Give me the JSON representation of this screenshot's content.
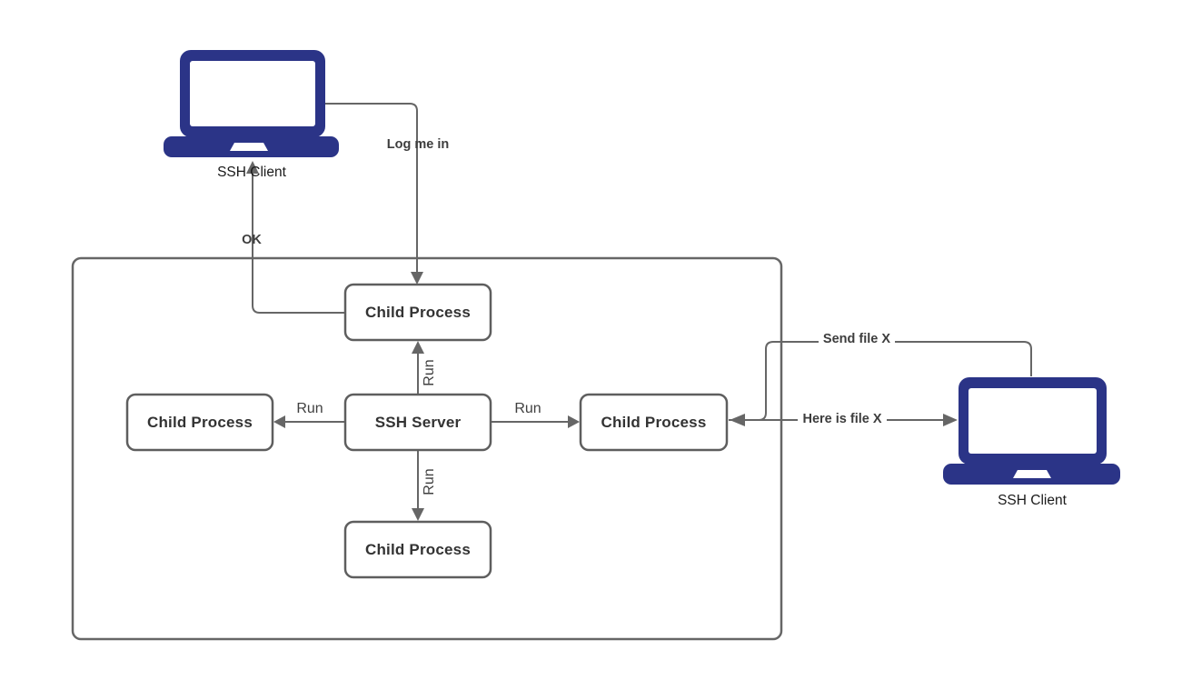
{
  "diagram": {
    "nodes": {
      "child_top": "Child Process",
      "child_left": "Child Process",
      "child_right": "Child Process",
      "child_bottom": "Child Process",
      "server": "SSH Server"
    },
    "devices": {
      "client_left": "SSH Client",
      "client_right": "SSH Client"
    },
    "edge_labels": {
      "log_me_in": "Log me in",
      "ok": "OK",
      "run": "Run",
      "send_file": "Send file X",
      "here_is_file": "Here is file X"
    },
    "colors": {
      "laptop": "#2b3487",
      "connector": "#666666",
      "node_border": "#5e5e5e",
      "label_text": "#333333"
    }
  }
}
